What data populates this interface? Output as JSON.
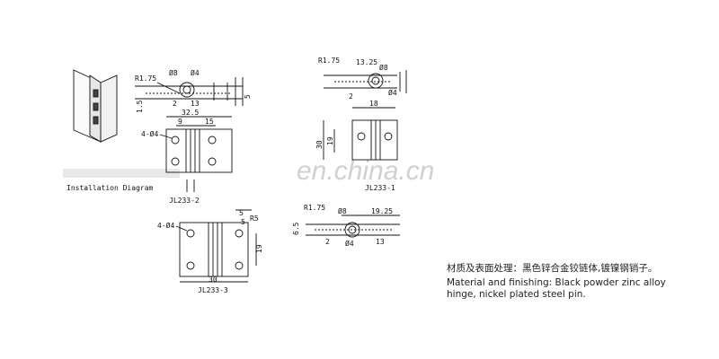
{
  "watermark": "en.china.cn",
  "install": {
    "caption": "Installation Diagram"
  },
  "jl233_2": {
    "label": "JL233-2",
    "dims": {
      "r": "R1.75",
      "d8": "Ø8",
      "d4": "Ø4",
      "w2": "2",
      "w13": "13",
      "t15": "1.5",
      "t5": "5",
      "w32": "32.5",
      "w9": "9",
      "w15": "15",
      "holes": "4-Ø4"
    }
  },
  "jl233_1": {
    "label": "JL233-1",
    "dims": {
      "r": "R1.75",
      "w1325": "13.25",
      "w2": "2",
      "w18": "18",
      "h30": "30",
      "h19": "19",
      "d4": "Ø4",
      "d8": "Ø8"
    }
  },
  "jl233_4": {
    "dims": {
      "r": "R1.75",
      "d8": "Ø8",
      "w1925": "19.25",
      "w2": "2",
      "w13": "13",
      "d4": "Ø4",
      "t": "6.5"
    }
  },
  "jl233_3": {
    "label": "JL233-3",
    "dims": {
      "holes": "4-Ø4",
      "w5a": "5",
      "w5b": "5",
      "r5": "R5",
      "h19": "19",
      "w30": "30"
    }
  },
  "material": {
    "cn": "材质及表面处理：黑色锌合金铰链体,镀镍钢销子。",
    "en1": "Material and finishing: Black powder zinc alloy",
    "en2": "hinge, nickel plated steel pin."
  }
}
